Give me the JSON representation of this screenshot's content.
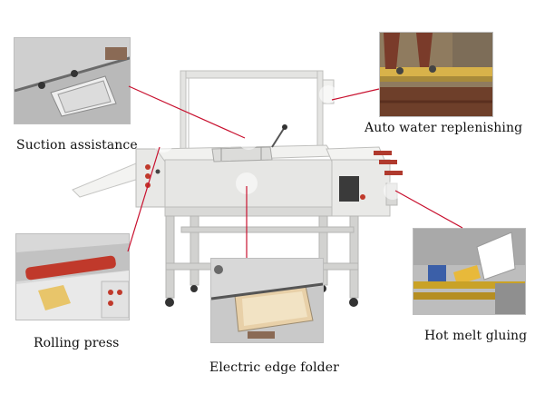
{
  "labels": {
    "suction_assistance": "Suction assistance",
    "auto_water_replenishing": "Auto water replenishing",
    "rolling_press": "Rolling press",
    "hot_melt_gluing": "Hot melt gluing",
    "electric_edge_folder": "Electric edge folder"
  },
  "colors": {
    "callout_line": "#c8102e",
    "machine_body": "#e6e6e4",
    "machine_frame": "#d4d4d2",
    "roller_red": "#c0392b",
    "brass": "#c9a227"
  }
}
